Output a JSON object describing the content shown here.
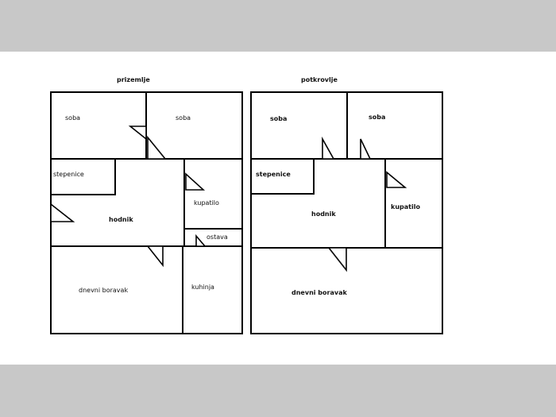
{
  "plans": [
    {
      "title": "prizemlje",
      "rooms": {
        "soba_1": "soba",
        "soba_2": "soba",
        "stepenice": "stepenice",
        "hodnik": "hodnik",
        "kupatilo": "kupatilo",
        "ostava": "ostava",
        "dnevni_boravak": "dnevni boravak",
        "kuhinja": "kuhinja"
      }
    },
    {
      "title": "potkrovlje",
      "rooms": {
        "soba_1": "soba",
        "soba_2": "soba",
        "stepenice": "stepenice",
        "hodnik": "hodnik",
        "kupatilo": "kupatilo",
        "dnevni_boravak": "dnevni boravak"
      }
    }
  ]
}
